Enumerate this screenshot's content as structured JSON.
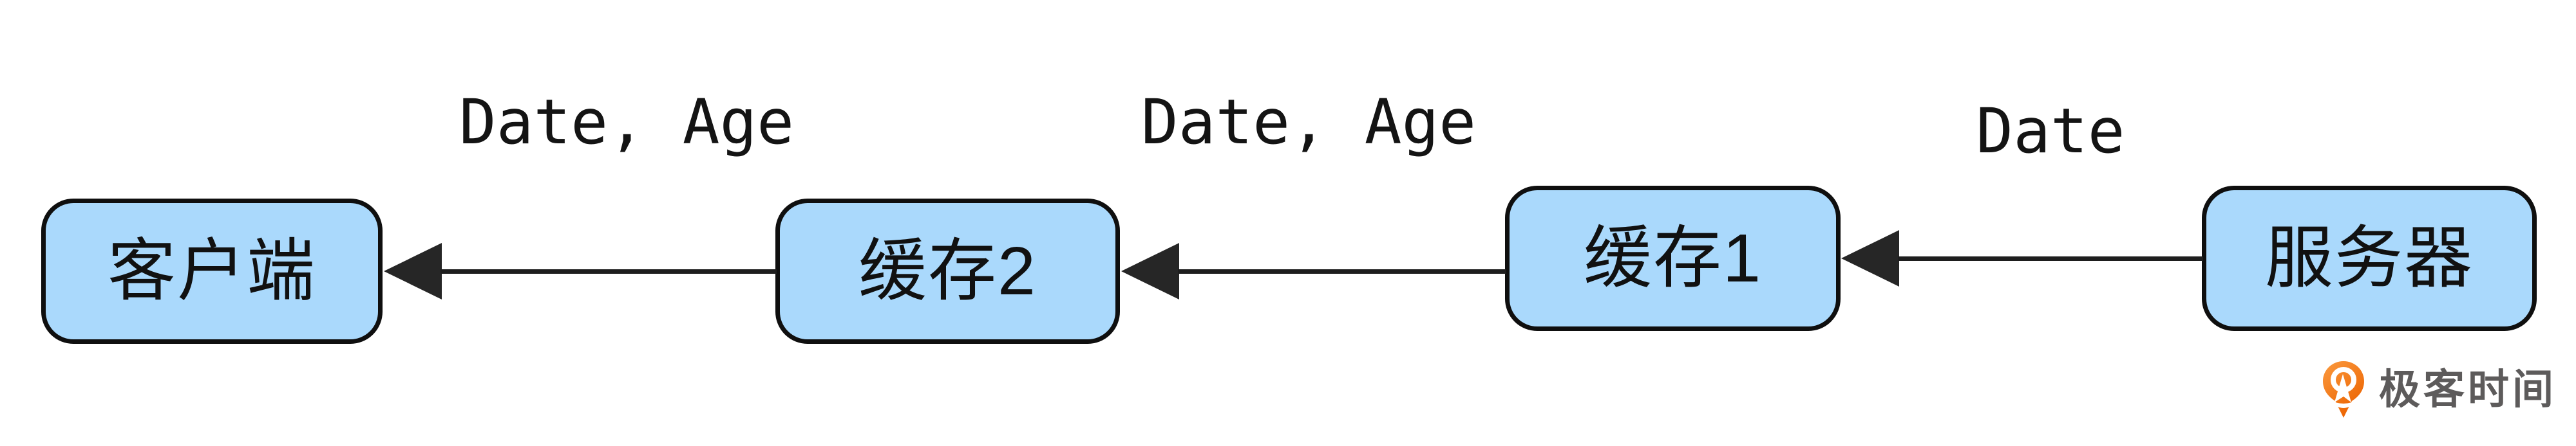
{
  "diagram": {
    "title_implied": "",
    "nodes": [
      {
        "id": "client",
        "label": "客户端"
      },
      {
        "id": "cache2",
        "label": "缓存2"
      },
      {
        "id": "cache1",
        "label": "缓存1"
      },
      {
        "id": "server",
        "label": "服务器"
      }
    ],
    "edges": [
      {
        "from": "cache2",
        "to": "client",
        "label": "Date, Age",
        "direction": "left"
      },
      {
        "from": "cache1",
        "to": "cache2",
        "label": "Date, Age",
        "direction": "left"
      },
      {
        "from": "server",
        "to": "cache1",
        "label": "Date",
        "direction": "left"
      }
    ]
  },
  "watermark": {
    "brand": "极客时间"
  },
  "colors": {
    "node_fill": "#aad9fc",
    "node_border": "#0f0f0f",
    "arrow": "#1e1e1e",
    "label_text": "#141414",
    "logo_orange": "#f47b20",
    "logo_gray": "#5d5b5b"
  }
}
